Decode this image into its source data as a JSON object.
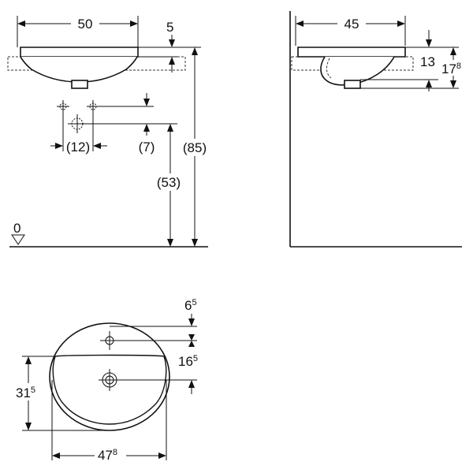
{
  "front_view": {
    "width_label": "50",
    "rim_label": "5",
    "tap_spacing_label": "(12)",
    "tap_offset_label": "(7)",
    "waste_height_label": "(53)",
    "total_height_label": "(85)",
    "floor_label": "0"
  },
  "side_view": {
    "depth_label": "45",
    "bowl_label": "13",
    "total_main": "17",
    "total_sup": "8"
  },
  "top_view": {
    "tap_offset_main": "6",
    "tap_offset_sup": "5",
    "waste_offset_main": "16",
    "waste_offset_sup": "5",
    "depth_main": "31",
    "depth_sup": "5",
    "width_main": "47",
    "width_sup": "8"
  }
}
